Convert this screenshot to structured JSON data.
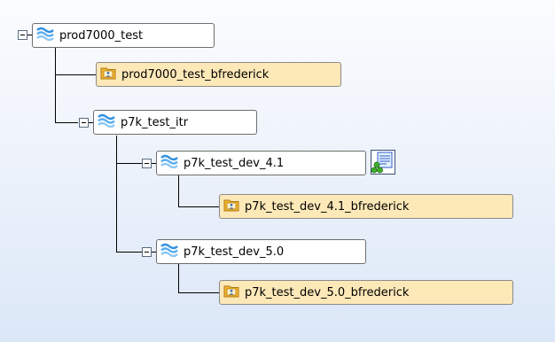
{
  "tree": {
    "root": {
      "label": "prod7000_test",
      "icon": "stream-icon"
    },
    "root_workspace": {
      "label": "prod7000_test_bfrederick",
      "icon": "workspace-icon"
    },
    "itr": {
      "label": "p7k_test_itr",
      "icon": "stream-icon"
    },
    "dev41": {
      "label": "p7k_test_dev_4.1",
      "icon": "stream-icon",
      "badge_icon": "baseline-icon"
    },
    "dev41_workspace": {
      "label": "p7k_test_dev_4.1_bfrederick",
      "icon": "workspace-icon"
    },
    "dev50": {
      "label": "p7k_test_dev_5.0",
      "icon": "stream-icon"
    },
    "dev50_workspace": {
      "label": "p7k_test_dev_5.0_bfrederick",
      "icon": "workspace-icon"
    }
  },
  "colors": {
    "stream_fill": "#ffffff",
    "workspace_fill": "#fde8b8",
    "background_bottom": "#dbe7f8"
  }
}
